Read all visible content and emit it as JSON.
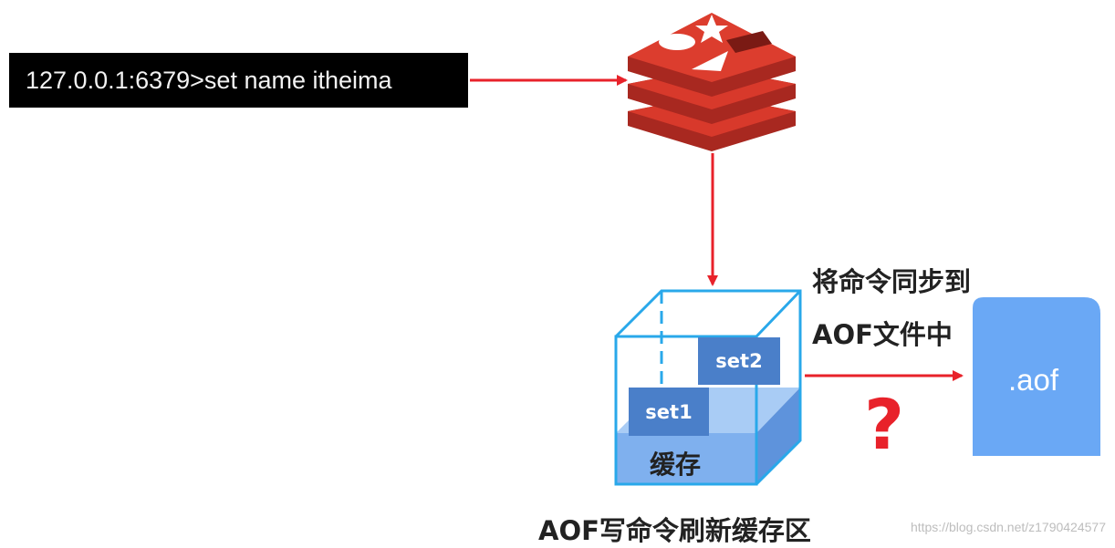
{
  "command": {
    "text": "127.0.0.1:6379>set name itheima"
  },
  "buffer": {
    "items": [
      "set2",
      "set1"
    ],
    "label": "缓存"
  },
  "sync_label": {
    "line1": "将命令同步到",
    "line2": "AOF文件中"
  },
  "unknown_mark": "?",
  "file": {
    "label": ".aof"
  },
  "caption": "AOF写命令刷新缓存区",
  "watermark": "https://blog.csdn.net/z1790424577",
  "colors": {
    "arrow": "#e8222a",
    "redis_red": "#d8392b",
    "cube_edge": "#29a8ea",
    "file_blue": "#6aa8f5"
  }
}
